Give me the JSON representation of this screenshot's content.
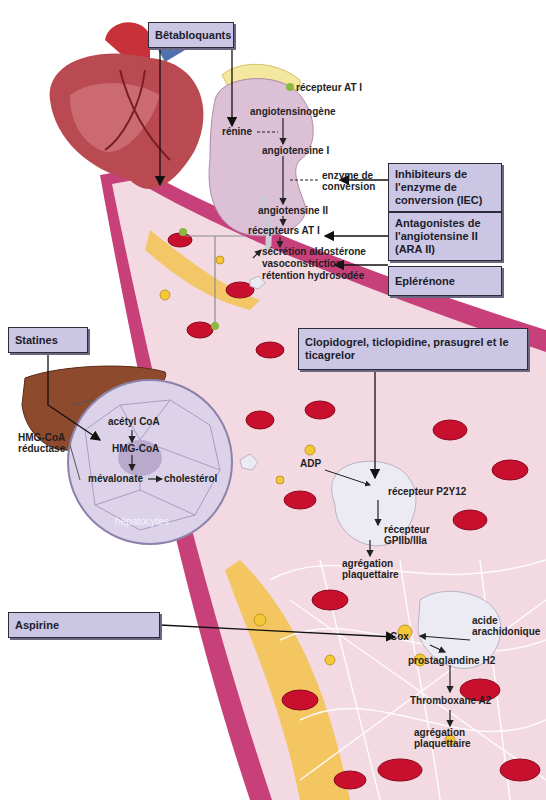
{
  "diagram": {
    "nodes": [
      {
        "text": [
          "Bêtabloquants"
        ]
      },
      {
        "text": [
          "Inhibiteurs de l'enzyme de conversion (IEC)"
        ]
      },
      {
        "text": [
          "Antagonistes de l'angiotensine II (ARA II)"
        ]
      },
      {
        "text": [
          "Eplérénone"
        ]
      },
      {
        "text": [
          "Statines"
        ]
      },
      {
        "text": [
          "Clopidogrel, ticlopidine, prasugrel et le ticagrelor"
        ]
      },
      {
        "text": [
          "Aspirine"
        ]
      }
    ],
    "labels": [
      "récepteur AT I",
      "angiotensinogène",
      "rénine",
      "angiotensine I",
      "enzyme de conversion",
      "angiotensine II",
      "récepteurs AT I",
      "sécrétion aldostérone",
      "vasoconstriction",
      "rétention hydrosodée",
      "acétyl CoA",
      "HMG-CoA réductase",
      "HMG-CoA",
      "mévalonate",
      "cholestérol",
      "hépatocytes",
      "ADP",
      "récepteur P2Y12",
      "récepteur GPIIb/IIIa",
      "agrégation plaquettaire",
      "acide arachidonique",
      "Cox",
      "prostaglandine H2",
      "Thromboxane A2",
      "agrégation plaquettaire"
    ]
  }
}
